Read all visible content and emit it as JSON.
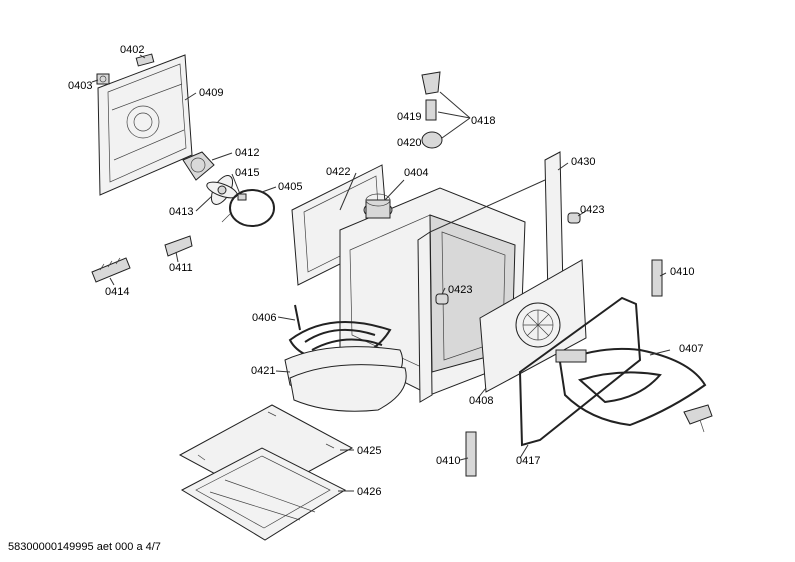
{
  "labels": {
    "l0402": "0402",
    "l0403": "0403",
    "l0409": "0409",
    "l0412": "0412",
    "l0415": "0415",
    "l0405": "0405",
    "l0413": "0413",
    "l0411": "0411",
    "l0414": "0414",
    "l0422": "0422",
    "l0404": "0404",
    "l0419": "0419",
    "l0418": "0418",
    "l0420": "0420",
    "l0430": "0430",
    "l0423a": "0423",
    "l0423b": "0423",
    "l0410a": "0410",
    "l0410b": "0410",
    "l0406": "0406",
    "l0421": "0421",
    "l0407": "0407",
    "l0408": "0408",
    "l0417": "0417",
    "l0425": "0425",
    "l0426": "0426"
  },
  "footer": "58300000149995 aet 000 a 4/7"
}
